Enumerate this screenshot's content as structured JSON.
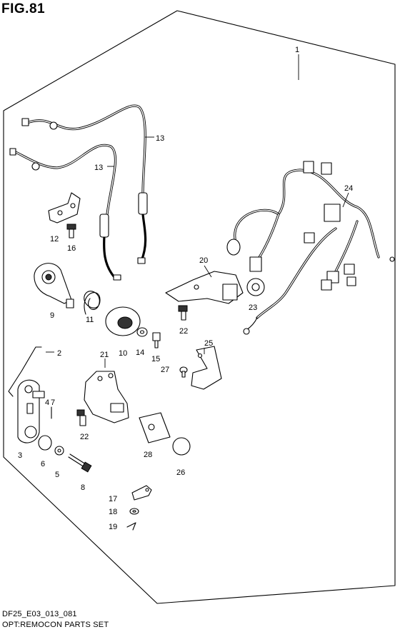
{
  "figure_title": "FIG.81",
  "caption_code": "DF25_E03_013_081",
  "caption_title": "OPT:REMOCON PARTS SET",
  "callouts": {
    "c1": "1",
    "c2": "2",
    "c3": "3",
    "c4": "4",
    "c5": "5",
    "c6": "6",
    "c7": "7",
    "c8": "8",
    "c9": "9",
    "c10": "10",
    "c11": "11",
    "c12": "12",
    "c13a": "13",
    "c13b": "13",
    "c14": "14",
    "c15": "15",
    "c16": "16",
    "c17": "17",
    "c18": "18",
    "c19": "19",
    "c20": "20",
    "c21": "21",
    "c22a": "22",
    "c22b": "22",
    "c23": "23",
    "c24": "24",
    "c25": "25",
    "c26": "26",
    "c27": "27",
    "c28": "28"
  }
}
